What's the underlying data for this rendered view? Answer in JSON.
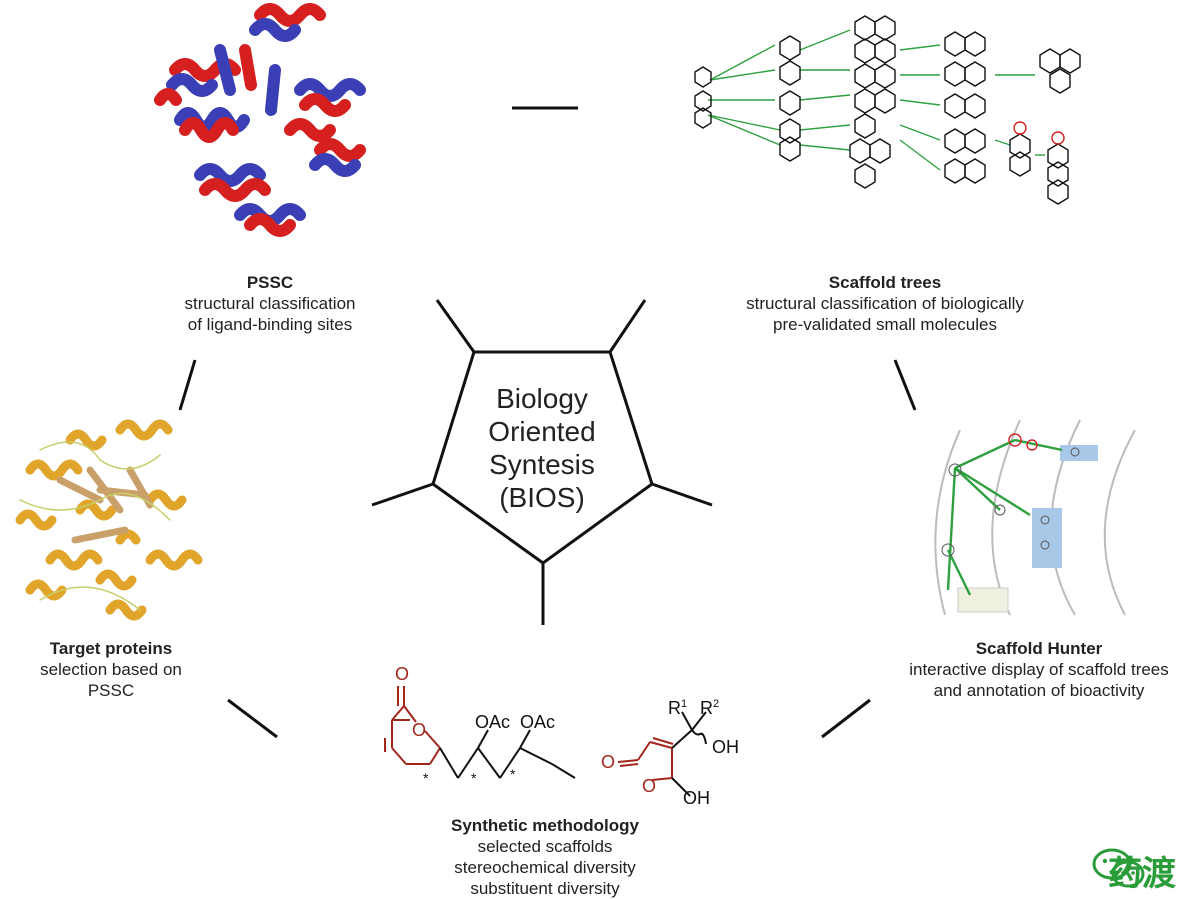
{
  "center": {
    "lines": [
      "Biology",
      "Oriented",
      "Syntesis",
      "(BIOS)"
    ]
  },
  "nodes": {
    "pssc": {
      "title": "PSSC",
      "lines": [
        "structural classification",
        "of ligand-binding sites"
      ]
    },
    "scaffold_trees": {
      "title": "Scaffold trees",
      "lines": [
        "structural classification of biologically",
        "pre-validated small molecules"
      ]
    },
    "target_proteins": {
      "title": "Target proteins",
      "lines": [
        "selection based on",
        "PSSC"
      ]
    },
    "scaffold_hunter": {
      "title": "Scaffold Hunter",
      "lines": [
        "interactive display of scaffold trees",
        "and annotation of bioactivity"
      ]
    },
    "synthetic": {
      "title": "Synthetic methodology",
      "lines": [
        "selected scaffolds",
        "stereochemical diversity",
        "substituent diversity"
      ]
    }
  },
  "molecules": {
    "labels": {
      "oac1": "OAc",
      "oac2": "OAc",
      "o_keto1": "O",
      "o_ring1": "O",
      "r1": "R",
      "r1_sup": "1",
      "r2": "R",
      "r2_sup": "2",
      "oh1": "OH",
      "oh2": "OH",
      "o_keto2": "O",
      "o_ring2": "O",
      "star1": "*",
      "star2": "*",
      "star3": "*"
    }
  },
  "watermark": {
    "text": "药渡"
  },
  "colors": {
    "line": "#111111",
    "helix_red": "#d62020",
    "helix_blue": "#3a3fb5",
    "protein_gold": "#e0a52a",
    "tree_green": "#2fa040",
    "molecule_red": "#a3261c",
    "wechat_green": "#2a9d3a"
  }
}
